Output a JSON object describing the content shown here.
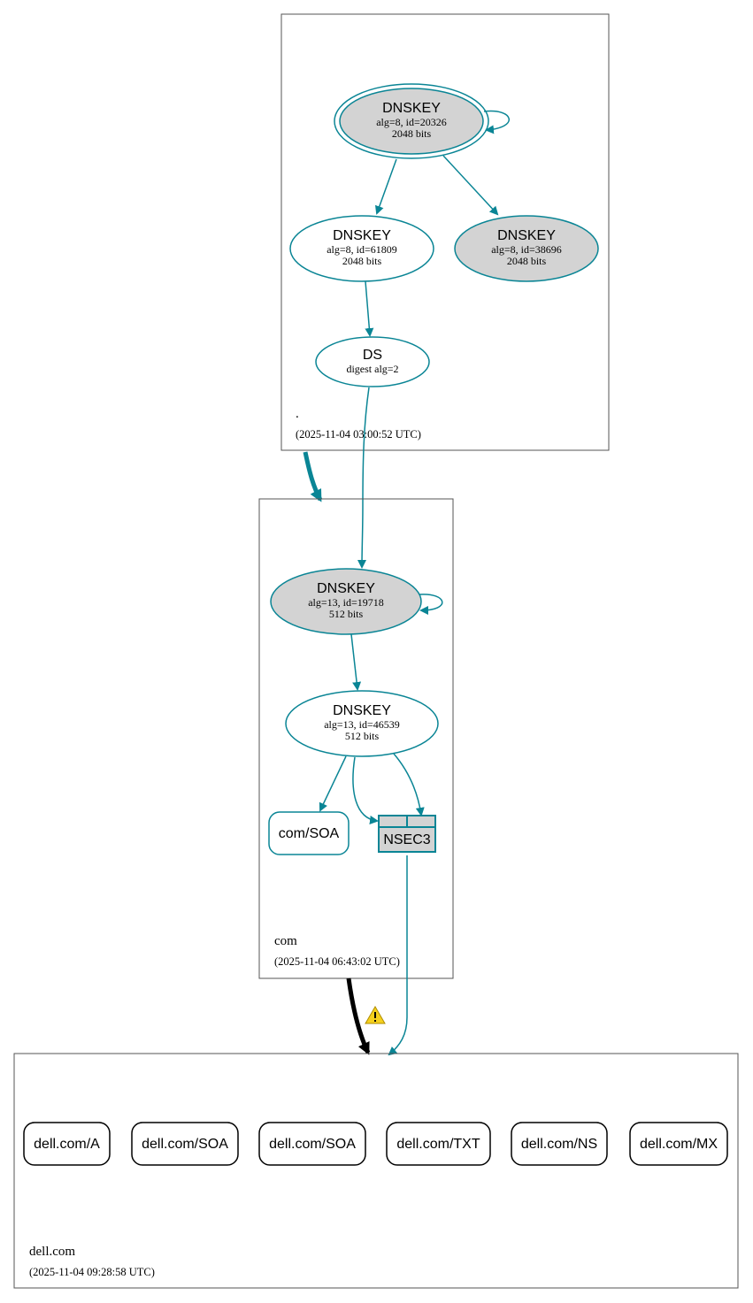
{
  "colors": {
    "secure": "#0a8595",
    "insecure": "#000000",
    "ksk_fill": "#d3d3d3",
    "warning": "#f5d01e"
  },
  "zones": {
    "root": {
      "name": ".",
      "timestamp": "(2025-11-04 03:00:52 UTC)",
      "nodes": {
        "ksk": {
          "title": "DNSKEY",
          "line1": "alg=8, id=20326",
          "line2": "2048 bits"
        },
        "zsk": {
          "title": "DNSKEY",
          "line1": "alg=8, id=61809",
          "line2": "2048 bits"
        },
        "key3": {
          "title": "DNSKEY",
          "line1": "alg=8, id=38696",
          "line2": "2048 bits"
        },
        "ds": {
          "title": "DS",
          "line1": "digest alg=2"
        }
      }
    },
    "com": {
      "name": "com",
      "timestamp": "(2025-11-04 06:43:02 UTC)",
      "nodes": {
        "ksk": {
          "title": "DNSKEY",
          "line1": "alg=13, id=19718",
          "line2": "512 bits"
        },
        "zsk": {
          "title": "DNSKEY",
          "line1": "alg=13, id=46539",
          "line2": "512 bits"
        },
        "soa": {
          "label": "com/SOA"
        },
        "nsec3": {
          "label": "NSEC3"
        }
      }
    },
    "dell": {
      "name": "dell.com",
      "timestamp": "(2025-11-04 09:28:58 UTC)",
      "records": [
        "dell.com/A",
        "dell.com/SOA",
        "dell.com/SOA",
        "dell.com/TXT",
        "dell.com/NS",
        "dell.com/MX"
      ]
    }
  },
  "icons": {
    "warning": "warning-icon"
  }
}
